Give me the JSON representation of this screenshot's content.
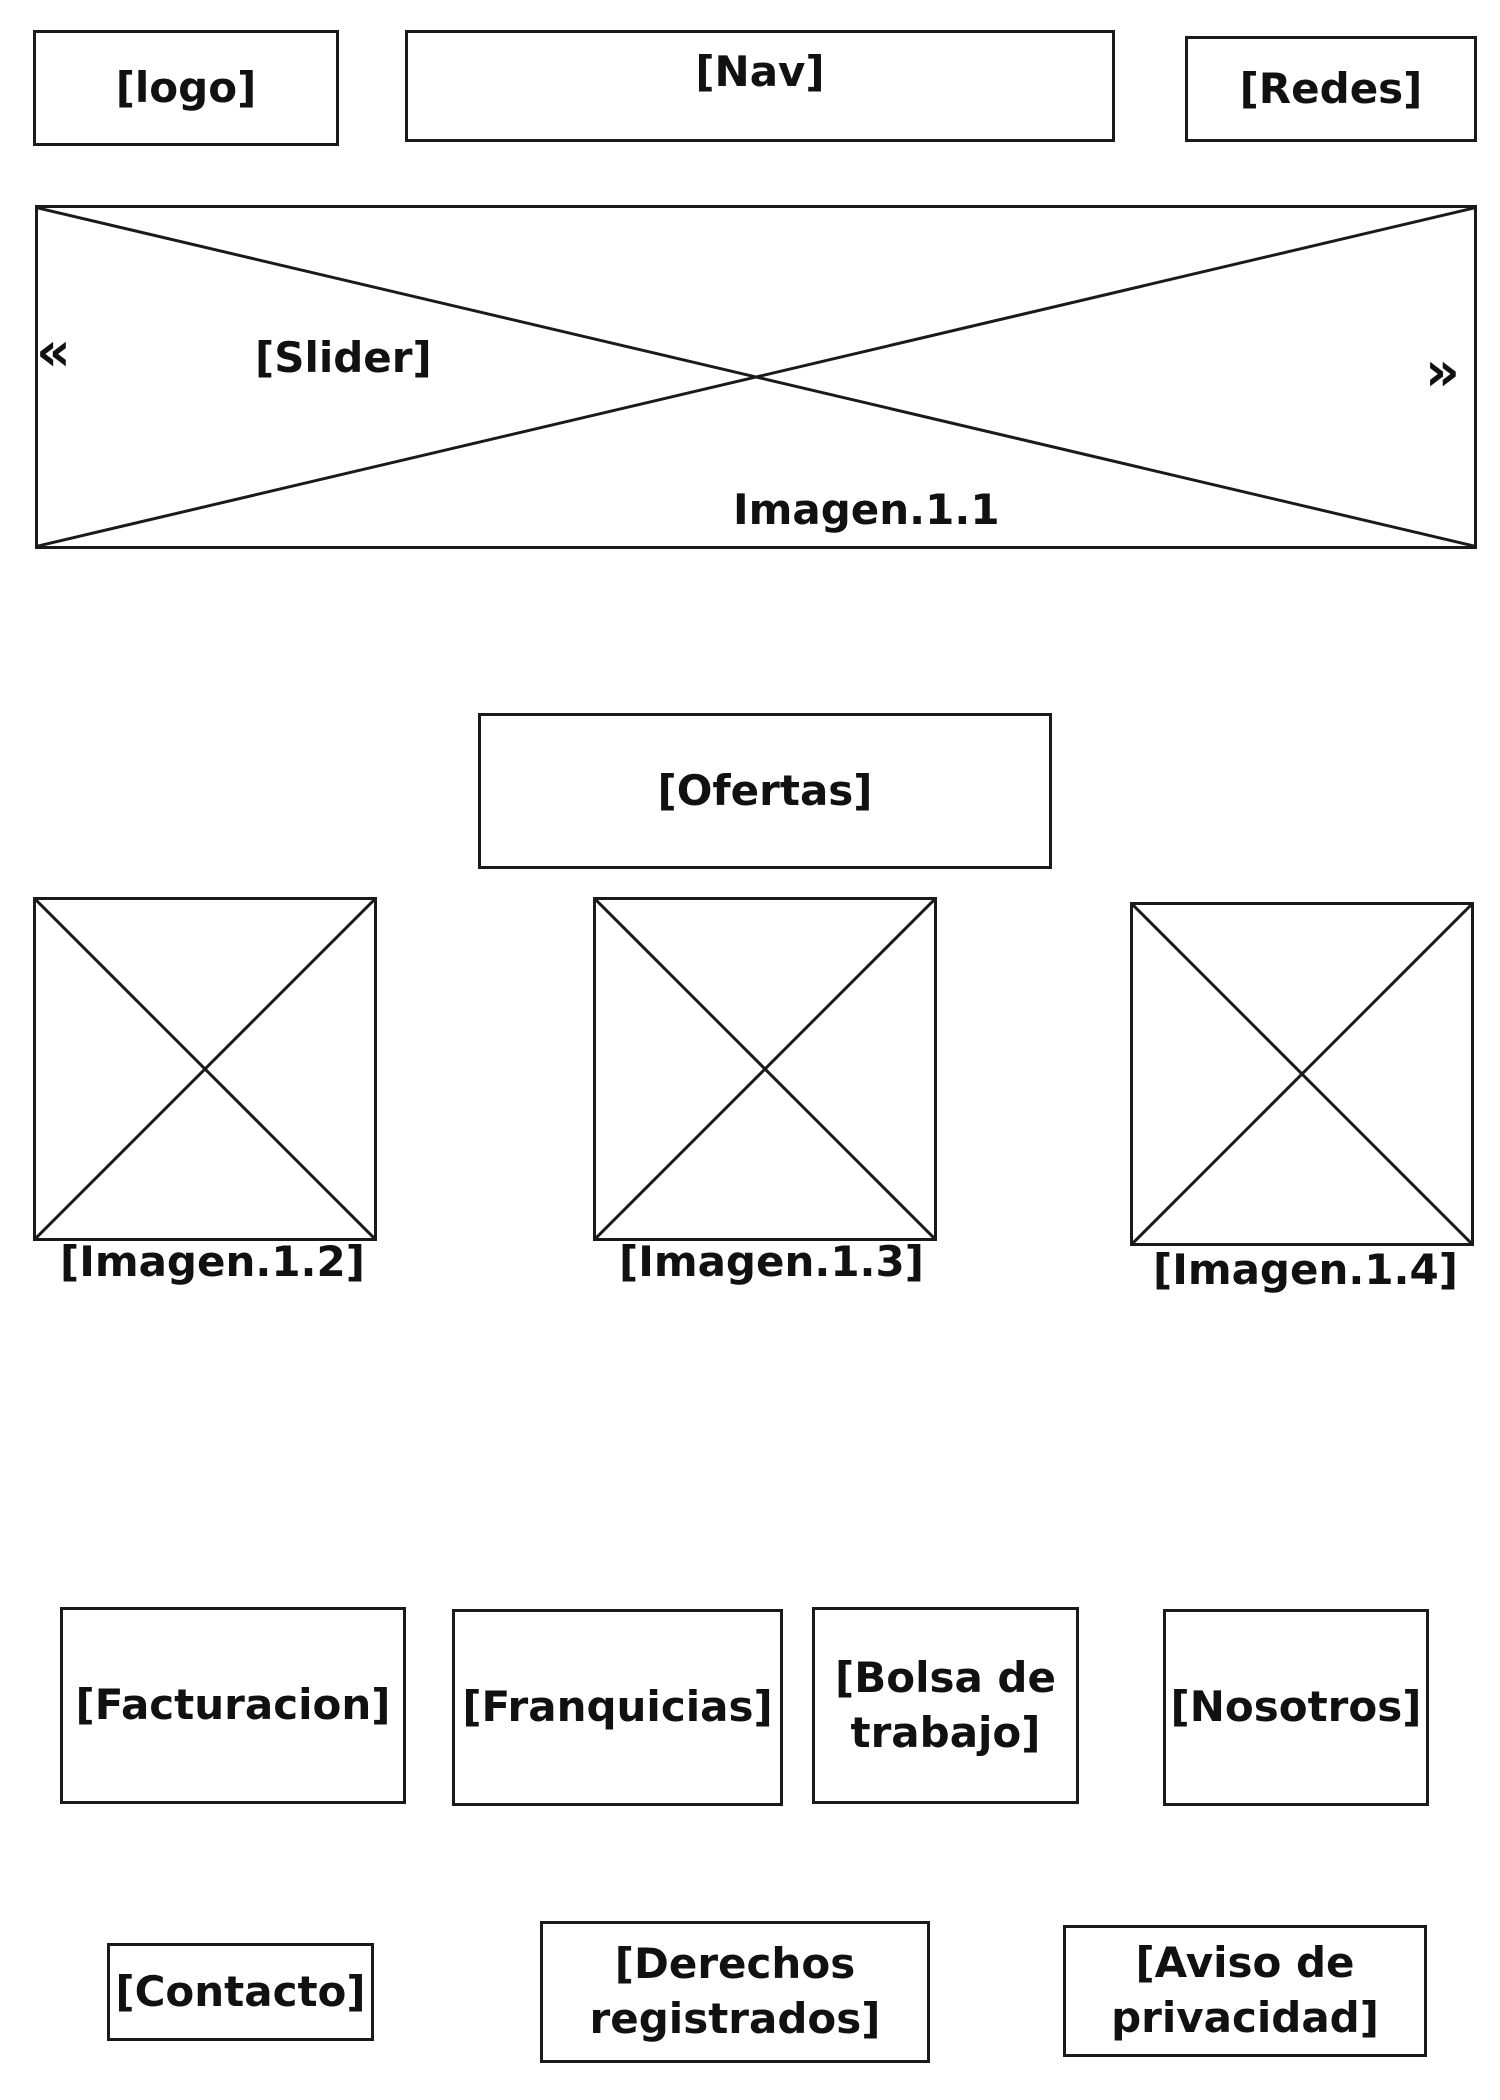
{
  "header": {
    "logo": "[logo]",
    "nav": "[Nav]",
    "redes": "[Redes]"
  },
  "slider": {
    "label": "[Slider]",
    "image_label": "Imagen.1.1",
    "prev_icon": "double-chevron-left-icon",
    "next_icon": "double-chevron-right-icon",
    "prev_glyph": "«",
    "next_glyph": "»"
  },
  "offers": {
    "label": "[Ofertas]",
    "images": [
      {
        "label": "[Imagen.1.2]"
      },
      {
        "label": "[Imagen.1.3]"
      },
      {
        "label": "[Imagen.1.4]"
      }
    ]
  },
  "links": {
    "facturacion": "[Facturacion]",
    "franquicias": "[Franquicias]",
    "bolsa_line1": "[Bolsa de",
    "bolsa_line2": "trabajo]",
    "nosotros": "[Nosotros]"
  },
  "footer": {
    "contacto": "[Contacto]",
    "derechos_line1": "[Derechos",
    "derechos_line2": "registrados]",
    "aviso_line1": "[Aviso de",
    "aviso_line2": "privacidad]"
  }
}
